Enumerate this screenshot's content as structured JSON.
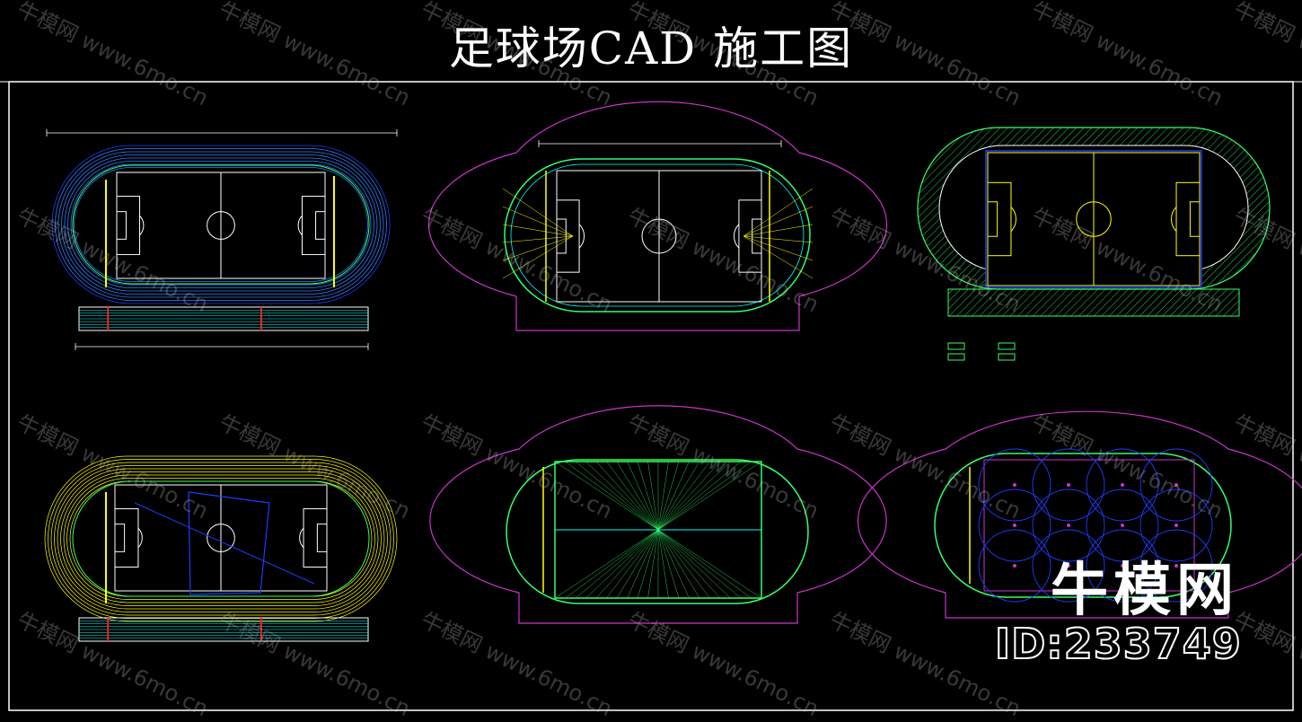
{
  "title": "足球场CAD 施工图",
  "watermark": {
    "brand": "牛模网",
    "url": "www.6mo.cn"
  },
  "brand": {
    "name": "牛模网",
    "id": "ID:233749"
  },
  "colors": {
    "background": "#000000",
    "frame": "#ffffff",
    "track_blue": "#1e3cff",
    "field_green": "#33ff66",
    "cyan": "#00ffff",
    "yellow": "#ffff00",
    "magenta": "#cc33cc",
    "red": "#ff2020"
  },
  "drawings": [
    {
      "id": "d1",
      "kind": "track-layout"
    },
    {
      "id": "d2",
      "kind": "field-dimension-plan"
    },
    {
      "id": "d3",
      "kind": "surface-material-plan"
    },
    {
      "id": "d4",
      "kind": "track-marking-plan"
    },
    {
      "id": "d5",
      "kind": "drainage-plan"
    },
    {
      "id": "d6",
      "kind": "irrigation-plan"
    }
  ]
}
